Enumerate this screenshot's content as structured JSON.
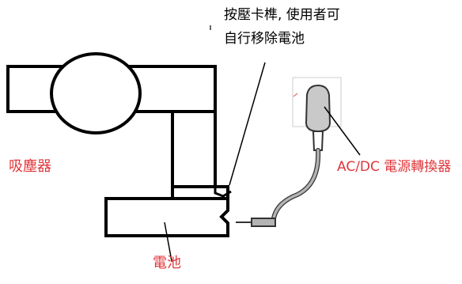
{
  "labels": {
    "release_latch_line1": "按壓卡榫, 使用者可",
    "release_latch_line2": "自行移除電池",
    "vacuum": "吸塵器",
    "battery": "電池",
    "adapter": "AC/DC 電源轉換器"
  },
  "colors": {
    "label_black": "#000000",
    "label_red": "#e0363b",
    "outline": "#000000",
    "adapter_body": "#c9c9c9",
    "cable": "#b3b3b3",
    "outlet_frame": "#cccccc"
  }
}
